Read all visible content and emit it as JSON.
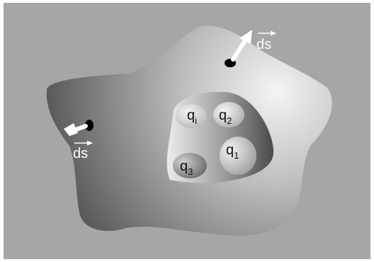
{
  "diagram": {
    "surface_vector_label": "ds",
    "charges": [
      {
        "id": "qi",
        "base": "q",
        "sub": "i"
      },
      {
        "id": "q2",
        "base": "q",
        "sub": "2"
      },
      {
        "id": "q1",
        "base": "q",
        "sub": "1"
      },
      {
        "id": "q3",
        "base": "q",
        "sub": "3"
      }
    ]
  },
  "colors": {
    "background": "#a6a6a6",
    "surface_light": "#f2f2f2",
    "surface_dark": "#3a3a3a",
    "arrow": "#ffffff",
    "text_light": "#ffffff",
    "text_dark": "#111111"
  }
}
